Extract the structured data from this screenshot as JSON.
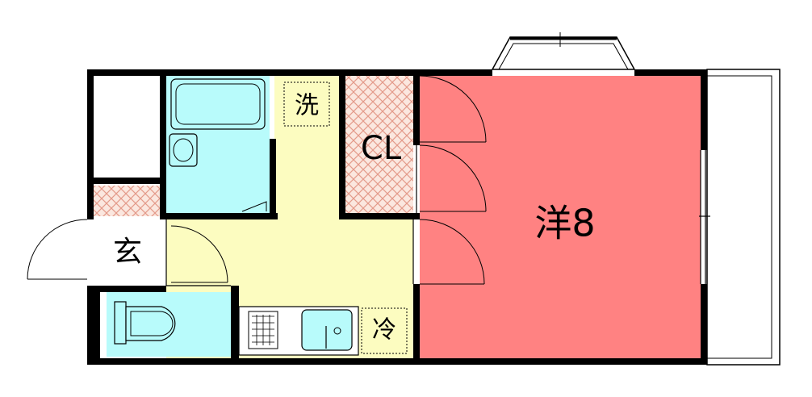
{
  "colors": {
    "wall": "#000000",
    "bath": "#b8fbfb",
    "corridor": "#fcfcc0",
    "closet_hatch": "#e49a8a",
    "closet_bg": "#fbe7df",
    "room": "#ff8282",
    "storage": "#ffffff"
  },
  "rooms": {
    "western_room": {
      "label": "洋8"
    },
    "closet": {
      "label": "CL"
    },
    "laundry": {
      "label": "洗"
    },
    "entrance": {
      "label": "玄"
    },
    "fridge": {
      "label": "冷"
    }
  }
}
